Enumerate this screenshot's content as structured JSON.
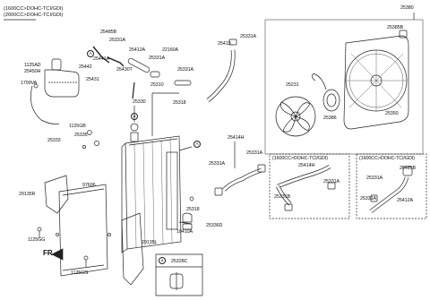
{
  "header": {
    "engine_line_1": "(1600CC>DOHC-TCI/GDI)",
    "engine_line_2": "(2000CC>DOHC-TCI/GDI)"
  },
  "inset_boxes": [
    {
      "title": "(1600CC>DOHC-TCI/GDI)"
    },
    {
      "title": "(1600CC>DOHC-TCI/GDI)"
    }
  ],
  "callouts": {
    "A": "A",
    "a": "a"
  },
  "direction_label": "FR.",
  "parts": {
    "p25485B_top": "25485B",
    "p25331A_1": "25331A",
    "p25441A": "25441A",
    "p25442": "25442",
    "p25412A": "25412A",
    "p22160A": "22160A",
    "p25331A_2": "25331A",
    "p25413": "25413",
    "p25331A_3": "25331A",
    "p25380": "25380",
    "p25385B": "25385B",
    "p1125AD": "1125AD",
    "p25450H": "25450H",
    "p25430T": "25430T",
    "p25331A_4": "25331A",
    "p1799VA": "1799VA",
    "p25431": "25431",
    "p25310": "25310",
    "p25231": "25231",
    "p25330": "25330",
    "p25318_top": "25318",
    "p25386": "25386",
    "p25350": "25350",
    "p1125GB": "1125GB",
    "p25335": "25335",
    "p25333": "25333",
    "p25414H_1": "25414H",
    "p25331A_5": "25331A",
    "p25331A_6": "25331A",
    "p25414H_2": "25414H",
    "p25485B_2": "25485B",
    "p25331B": "25331B",
    "p25331A_7": "25331A",
    "p25331A_8": "25331A",
    "p25331A_9": "25331A",
    "p25412A_2": "25412A",
    "p97606": "97606",
    "p29135R": "29135R",
    "p25318_bottom": "25318",
    "p25336D": "25336D",
    "p10410A": "10410A",
    "p1125GG_1": "1125GG",
    "p29135L": "29135L",
    "p1125GG_2": "1125GG",
    "p25328C": "25328C"
  }
}
